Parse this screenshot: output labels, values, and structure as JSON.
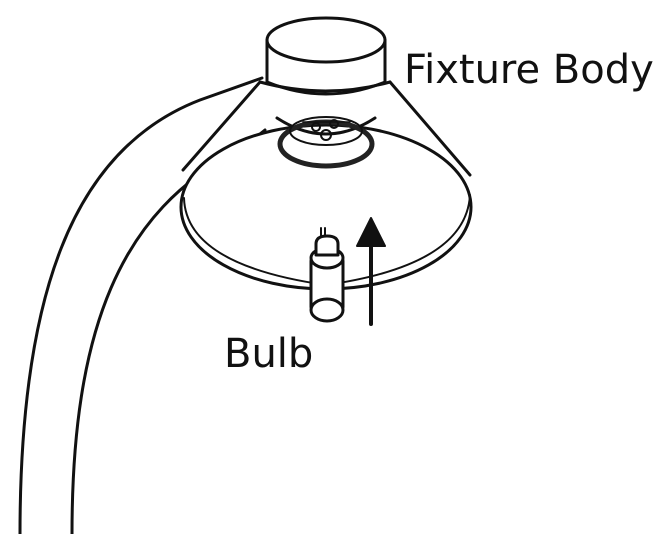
{
  "labels": {
    "fixture_body": "Fixture Body",
    "bulb": "Bulb"
  },
  "colors": {
    "line": "#111111",
    "fill": "#ffffff",
    "shade_dark": "#222222"
  },
  "icons": [
    "lamp-arm",
    "lamp-shade",
    "bulb-socket",
    "bulb",
    "insert-arrow"
  ]
}
